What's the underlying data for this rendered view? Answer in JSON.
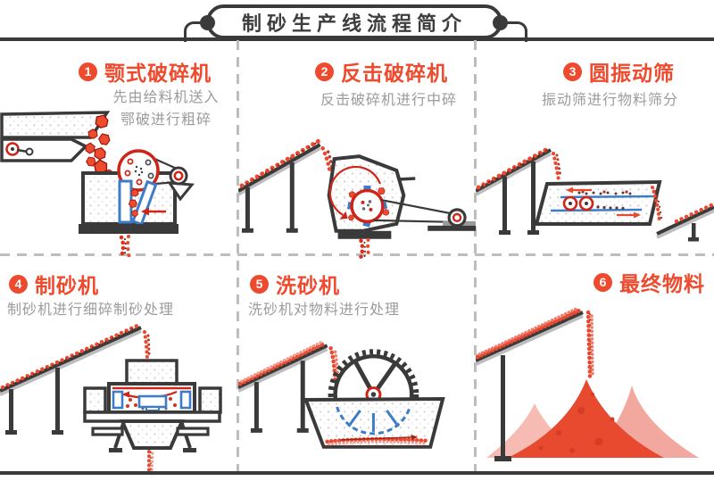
{
  "header": {
    "title": "制砂生产线流程简介"
  },
  "steps": [
    {
      "num": "1",
      "title": "颚式破碎机",
      "desc_lines": [
        "先由给料机送入",
        "鄂破进行粗碎"
      ]
    },
    {
      "num": "2",
      "title": "反击破碎机",
      "desc_lines": [
        "反击破碎机进行中碎"
      ]
    },
    {
      "num": "3",
      "title": "圆振动筛",
      "desc_lines": [
        "振动筛进行物料筛分"
      ]
    },
    {
      "num": "4",
      "title": "制砂机",
      "desc_lines": [
        "制砂机进行细碎制砂处理"
      ]
    },
    {
      "num": "5",
      "title": "洗砂机",
      "desc_lines": [
        "洗砂机对物料进行处理"
      ]
    },
    {
      "num": "6",
      "title": "最终物料",
      "desc_lines": []
    }
  ],
  "colors": {
    "accent": "#ee4a2e",
    "machine_red": "#cf2418",
    "ink": "#3a3a3a",
    "muted": "#9b9b9b",
    "blue": "#3d7cc9",
    "belt_gray": "#bdbdbd",
    "dash_gray": "#bdbdbd",
    "pile_red": "#e74a2f",
    "pile_pink_left": "#f6bcb4",
    "pile_pink_right": "#f3a89f"
  }
}
